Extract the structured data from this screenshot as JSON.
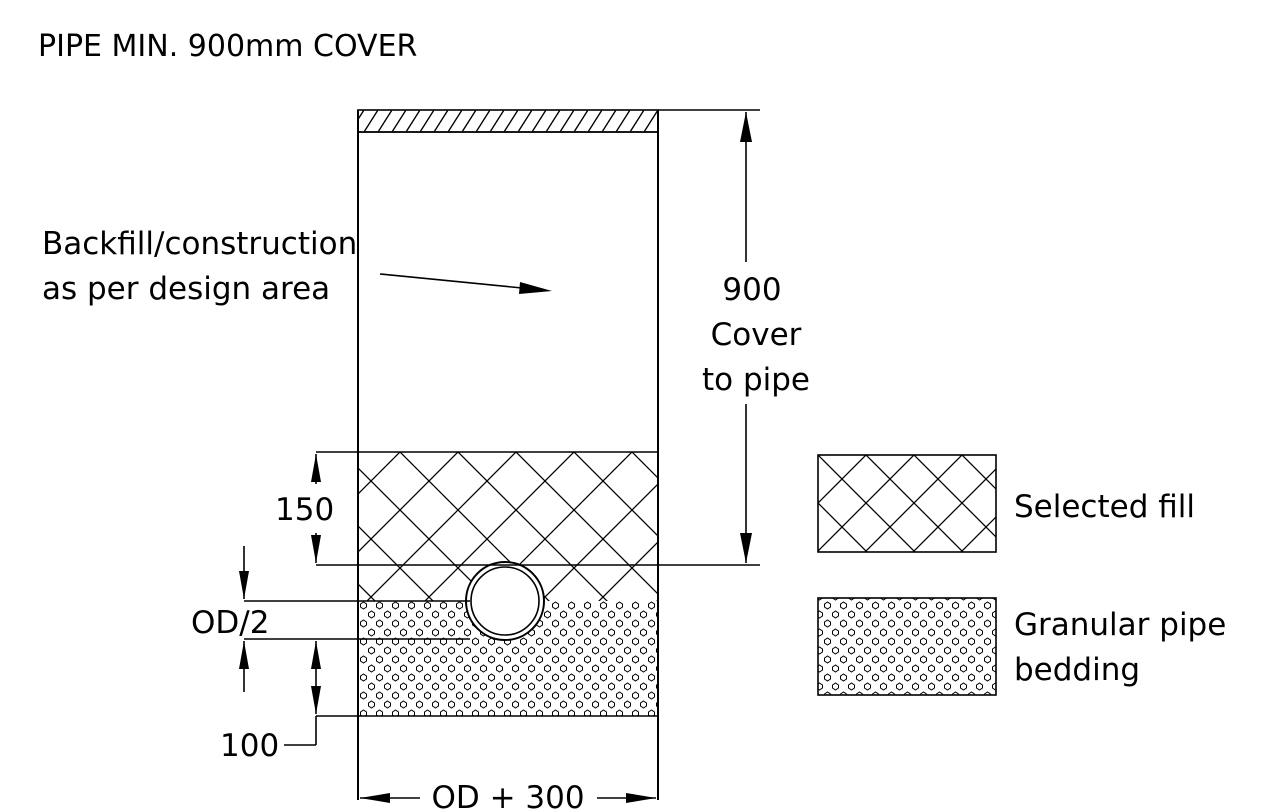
{
  "title": "PIPE MIN. 900mm COVER",
  "backfill_note": [
    "Backfill/construction",
    "as per design area"
  ],
  "cover_dimension": [
    "900",
    "Cover",
    "to pipe"
  ],
  "dim_selected_fill_height": "150",
  "dim_half_od": "OD/2",
  "dim_bedding_depth": "100",
  "dim_trench_width": "OD + 300",
  "legend": {
    "selected_fill": "Selected fill",
    "granular_bedding": [
      "Granular pipe",
      "bedding"
    ]
  }
}
